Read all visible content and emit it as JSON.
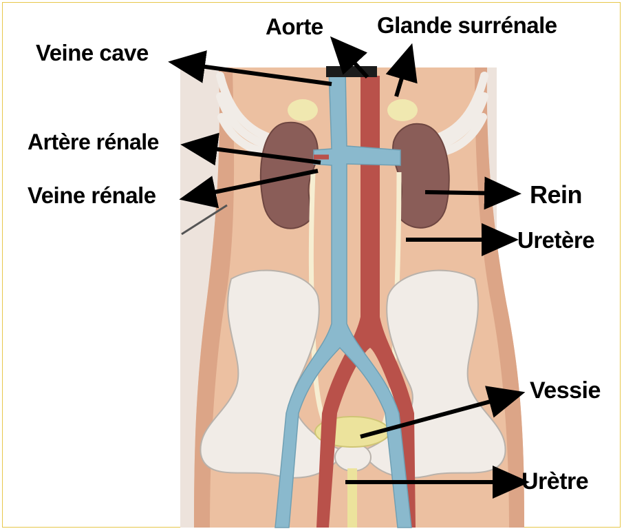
{
  "labels": {
    "veine_cave": "Veine cave",
    "aorte": "Aorte",
    "glande_surrenale": "Glande surrénale",
    "artere_renale": "Artère rénale",
    "veine_renale": "Veine rénale",
    "rein": "Rein",
    "uretere": "Uretère",
    "vessie": "Vessie",
    "uretre": "Urètre"
  },
  "colors": {
    "skin": "#ecc0a1",
    "skin_shadow": "#dca587",
    "bone": "#f1ece7",
    "bone_edge": "#b9b2ab",
    "vein": "#8ab9cd",
    "artery": "#b9514a",
    "kidney": "#8a5d58",
    "adrenal": "#f0e8b0",
    "bladder": "#ece39c",
    "ureter": "#f6eed2",
    "arrow": "#000000",
    "frame_border": "#e7c74a"
  },
  "icons": [
    "arrow-icon"
  ]
}
